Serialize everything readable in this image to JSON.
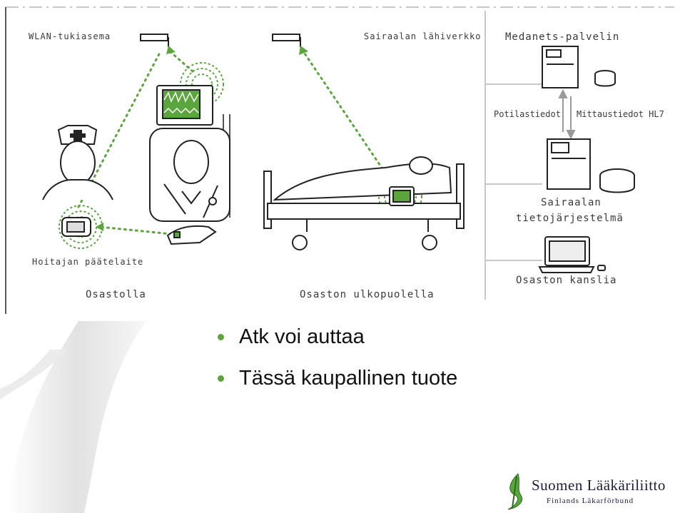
{
  "diagram": {
    "labels": {
      "wlan": "WLAN-tukiasema",
      "lan": "Sairaalan lähiverkko",
      "medanets": "Medanets-palvelin",
      "potilastiedot": "Potilastiedot",
      "mittaustiedot": "Mittaustiedot HL7",
      "sairaalan": "Sairaalan",
      "tieto": "tietojärjestelmä",
      "hoitajan": "Hoitajan päätelaite",
      "osastolla": "Osastolla",
      "ulkopuolella": "Osaston ulkopuolella",
      "kanslia": "Osaston kanslia"
    }
  },
  "bullets": [
    "Atk voi auttaa",
    "Tässä kaupallinen tuote"
  ],
  "logo": {
    "main": "Suomen Lääkäriliitto",
    "sub": "Finlands Läkarförbund"
  },
  "colors": {
    "accent_green": "#5aa63c",
    "line_gray": "#bdbdbd",
    "ink": "#333333"
  }
}
